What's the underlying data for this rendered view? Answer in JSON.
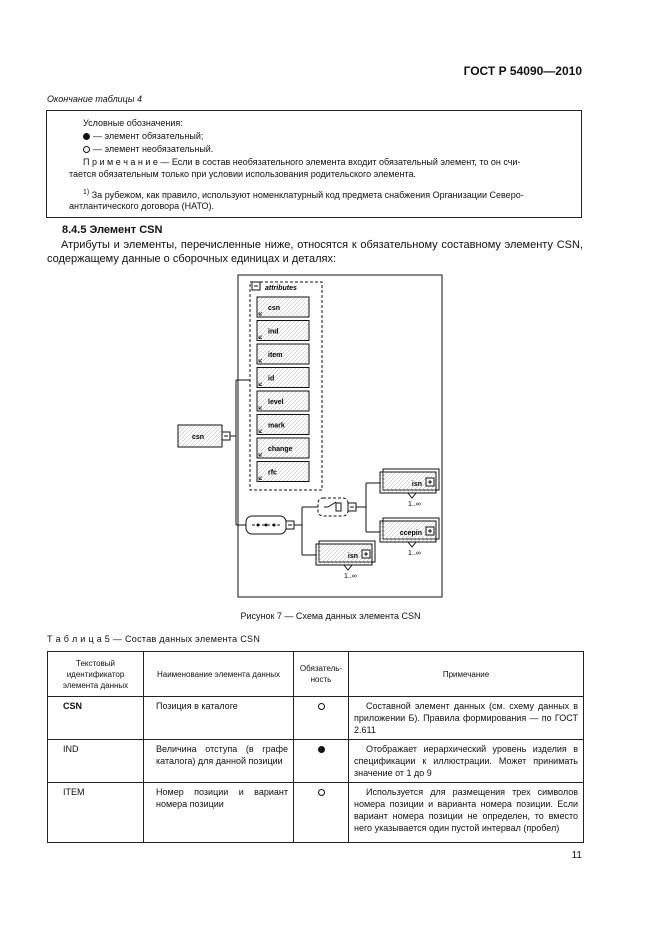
{
  "header": {
    "doc_number": "ГОСТ Р 54090—2010"
  },
  "table4_tail": {
    "caption": "Окончание таблицы 4",
    "legend_title": "Условные обозначения:",
    "mandatory_text": "— элемент обязательный;",
    "optional_text": "— элемент необязательный.",
    "note_line1": "П р и м е ч а н и е — Если в состав необязательного элемента входит обязательный элемент, то он счи-",
    "note_line2": "тается обязательным только при условии использования родительского элемента.",
    "footnote_mark": "1)",
    "footnote_line1": "За рубежом, как правило, используют номенклатурный код предмета снабжения Организации Северо-",
    "footnote_line2": "антлантического договора (НАТО)."
  },
  "section": {
    "heading": "8.4.5 Элемент CSN",
    "intro": "Атрибуты и элементы, перечисленные ниже, относятся к обязательному составному элементу CSN, содержащему данные о сборочных единицах и деталях:"
  },
  "diagram": {
    "root": "csn",
    "attributes_label": "attributes",
    "attributes": [
      "csn",
      "ind",
      "item",
      "id",
      "level",
      "mark",
      "change",
      "rfc"
    ],
    "children": [
      {
        "label": "isn",
        "occurs": "1..∞"
      },
      {
        "label": "ccepin",
        "occurs": "1..∞"
      },
      {
        "label": "isn",
        "occurs": "1..∞"
      }
    ]
  },
  "figure": {
    "caption": "Рисунок 7 — Схема данных элемента CSN"
  },
  "table5": {
    "caption": "Т а б л и ц а 5 — Состав данных элемента CSN",
    "headers": [
      "Текстовый идентификатор элемента данных",
      "Наименование элемента данных",
      "Обязатель-ность",
      "Примечание"
    ],
    "rows": [
      {
        "id": "CSN",
        "name": "Позиция в каталоге",
        "required": "optional",
        "note": "Составной элемент данных (см. схему данных в приложении Б). Правила формирования — по ГОСТ 2.611"
      },
      {
        "id": "IND",
        "name": "Величина отступа (в графе каталога) для данной позиции",
        "required": "mandatory",
        "note": "Отображает иерархический уровень изделия в спецификации к иллюстрации. Может принимать значение от 1 до 9"
      },
      {
        "id": "ITEM",
        "name": "Номер позиции и вариант номера позиции",
        "required": "optional",
        "note": "Используется для размещения трех символов номера позиции и варианта номера позиции. Если вариант номера позиции не определен, то вместо него указывается один пустой интервал (пробел)"
      }
    ]
  },
  "footer": {
    "page_number": "11"
  }
}
